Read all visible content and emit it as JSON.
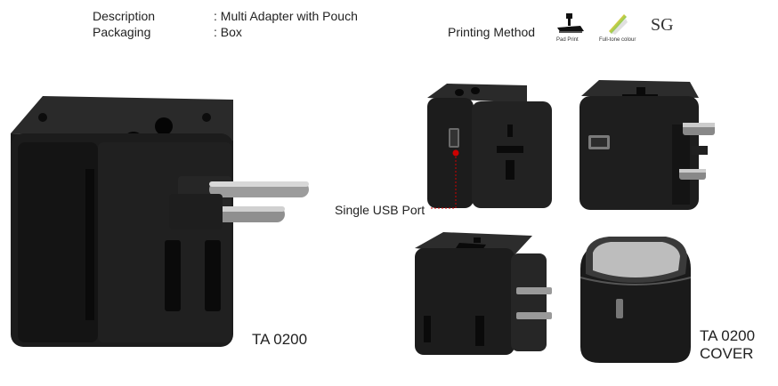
{
  "specs": {
    "description_label": "Description",
    "description_value": ": Multi Adapter with Pouch",
    "packaging_label": "Packaging",
    "packaging_value": ": Box"
  },
  "printing": {
    "title": "Printing Method",
    "pad_print": "Pad Print",
    "full_tone": "Full-tone colour",
    "sg": "SG"
  },
  "products": {
    "main_model": "TA 0200",
    "cover_model_line1": "TA 0200",
    "cover_model_line2": "COVER"
  },
  "callout": {
    "usb_label": "Single USB Port"
  },
  "colors": {
    "callout_line": "#cc0000",
    "adapter_body": "#1b1b1b"
  }
}
